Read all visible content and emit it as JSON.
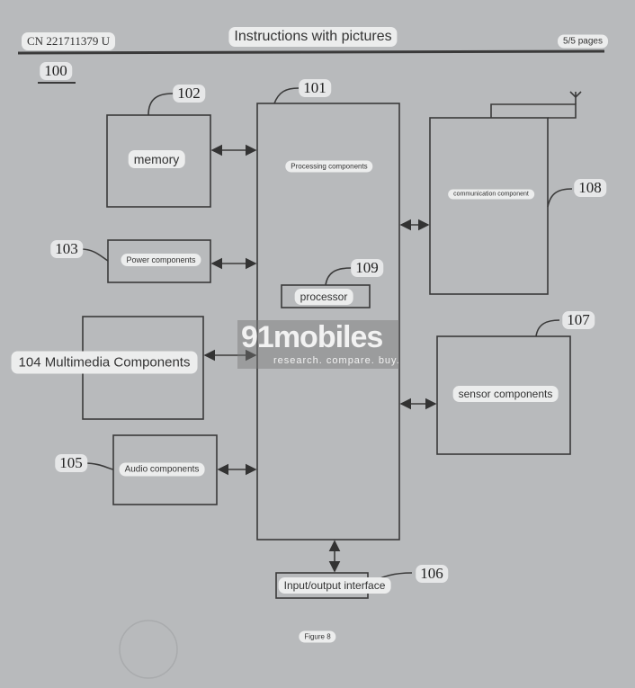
{
  "header": {
    "patent_number": "CN 221711379 U",
    "title": "Instructions with pictures",
    "pages": "5/5 pages"
  },
  "figure": {
    "ref_main": "100",
    "caption": "Figure 8",
    "components": {
      "processing": {
        "ref": "101",
        "label": "Processing components"
      },
      "memory": {
        "ref": "102",
        "label": "memory"
      },
      "power": {
        "ref": "103",
        "label": "Power components"
      },
      "multimedia": {
        "label": "104 Multimedia Components"
      },
      "audio": {
        "ref": "105",
        "label": "Audio components"
      },
      "io": {
        "ref": "106",
        "label": "Input/output interface"
      },
      "sensor": {
        "ref": "107",
        "label": "sensor components"
      },
      "communication": {
        "ref": "108",
        "label": "communication component"
      },
      "processor": {
        "ref": "109",
        "label": "processor"
      }
    }
  },
  "watermark": {
    "brand": "91mobiles",
    "tagline": "research. compare. buy."
  }
}
